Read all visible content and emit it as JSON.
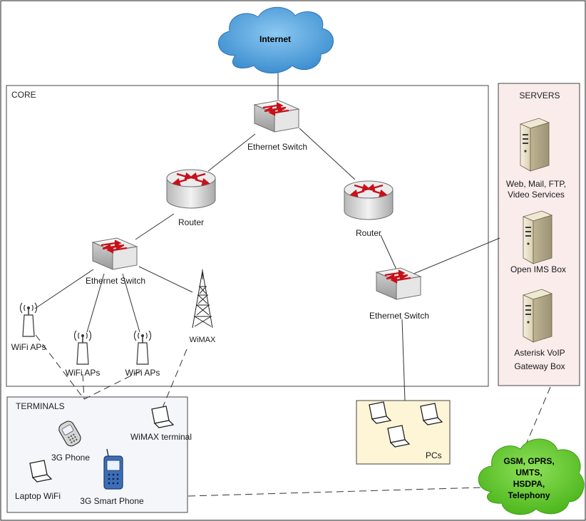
{
  "internet": {
    "label": "Internet"
  },
  "core": {
    "label": "CORE"
  },
  "servers": {
    "label": "SERVERS",
    "items": [
      {
        "line1": "Web, Mail, FTP,",
        "line2": "Video Services"
      },
      {
        "line1": "Open IMS Box",
        "line2": ""
      },
      {
        "line1": "Asterisk VoIP",
        "line2": "Gateway Box"
      }
    ]
  },
  "terminals": {
    "label": "TERMINALS",
    "wimax_terminal": "WiMAX terminal",
    "phone_3g": "3G Phone",
    "laptop_wifi": "Laptop WiFi",
    "smart_phone": "3G Smart Phone"
  },
  "pcs": {
    "label": "PCs"
  },
  "switches": {
    "top": "Ethernet Switch",
    "left": "Ethernet Switch",
    "right": "Ethernet Switch"
  },
  "routers": {
    "left": "Router",
    "right": "Router"
  },
  "aps": {
    "a1": "WiFi APs",
    "a2": "WiFi APs",
    "a3": "WiFi APs"
  },
  "wimax": {
    "label": "WiMAX"
  },
  "gsm": {
    "lines": [
      "GSM, GPRS,",
      "UMTS,",
      "HSDPA,",
      "Telephony"
    ]
  },
  "colors": {
    "internet_cloud": "#4d9fdc",
    "gsm_cloud": "#66cc33",
    "servers_bg": "#f9eceb",
    "terminals_bg": "#f4f6fa",
    "pcs_bg": "#fdf5d6",
    "core_bg": "#ffffff"
  }
}
